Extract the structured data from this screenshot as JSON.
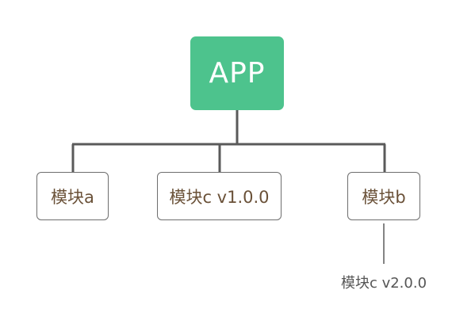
{
  "root": {
    "label": "APP"
  },
  "children": [
    {
      "label": "模块a"
    },
    {
      "label": "模块c v1.0.0"
    },
    {
      "label": "模块b"
    }
  ],
  "dependency": {
    "label": "模块c v2.0.0"
  },
  "colors": {
    "root_fill": "#4dc38d",
    "root_text": "#ffffff",
    "connector": "#5a5a5a",
    "box_border": "#6e6e6e",
    "box_text": "#6a5138",
    "dependency_text": "#555555"
  }
}
